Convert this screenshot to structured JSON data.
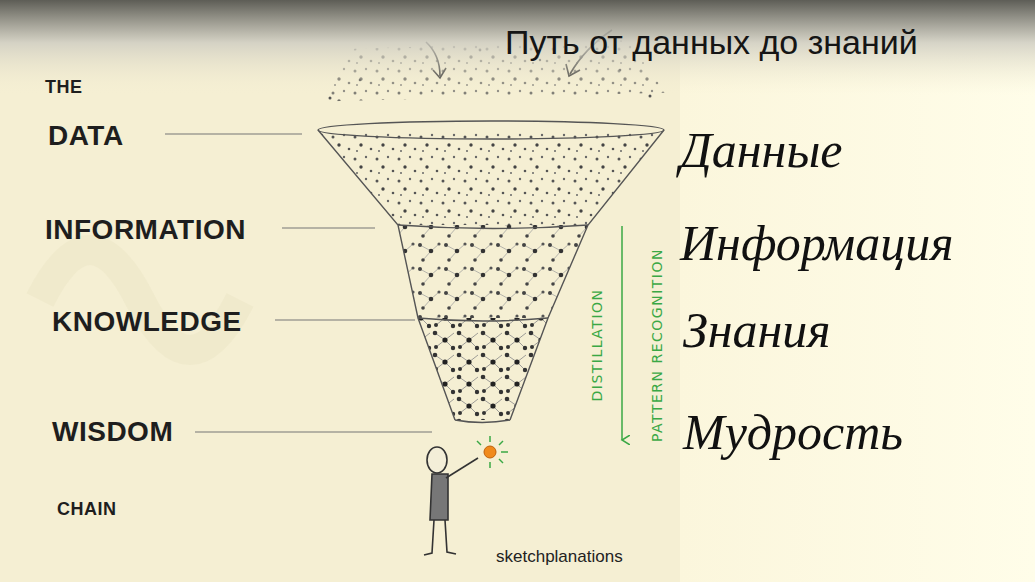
{
  "diagram": {
    "title": "Путь от данных до знаний",
    "labels": [
      "THE",
      "DATA",
      "INFORMATION",
      "KNOWLEDGE",
      "WISDOM",
      "CHAIN",
      "DISTILLATION",
      "PATTERN RECOGNITION",
      "sketchplanations",
      "Данные",
      "Информация",
      "Знания",
      "Мудрость"
    ]
  }
}
